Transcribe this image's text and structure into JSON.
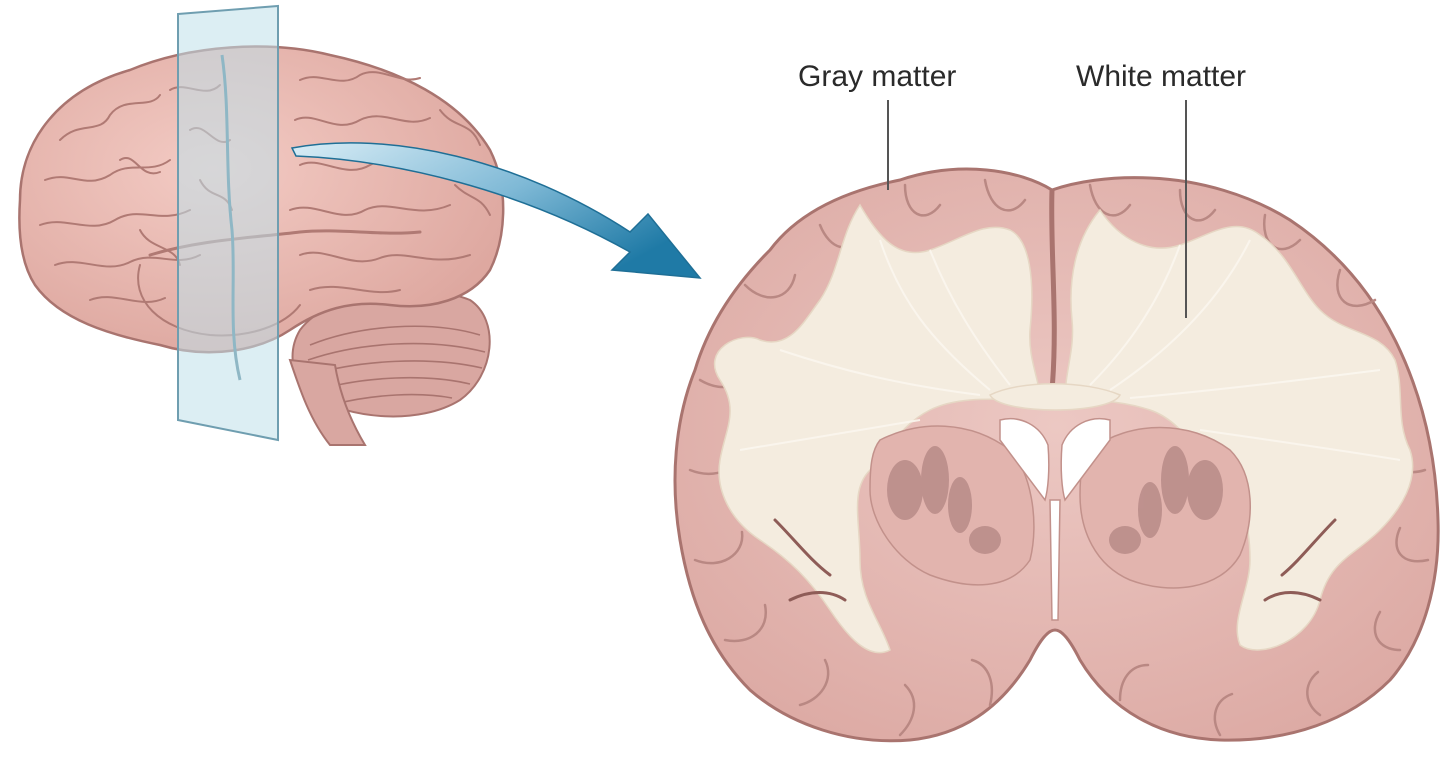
{
  "labels": {
    "gray_matter": "Gray matter",
    "white_matter": "White matter"
  },
  "colors": {
    "background": "#ffffff",
    "gray_matter": "#e8bdb8",
    "gray_matter_edge": "#b98883",
    "white_matter": "#f4ecdf",
    "white_matter_fiber": "#fbf7ef",
    "brain_surface": "#eab9b1",
    "brain_sulcus": "#b47f79",
    "cerebellum": "#d6a39d",
    "basal_ganglia": "#b88b88",
    "ventricle": "#ffffff",
    "slice_plane": "#bfe0ea",
    "slice_plane_edge": "#7fa9b8",
    "arrow_light": "#cfe6f1",
    "arrow_dark": "#2a86b0",
    "label_line": "#555555"
  },
  "icons": {
    "brain_side_view": "lateral-brain-illustration",
    "slice_plane": "coronal-plane-panel",
    "arrow": "curved-arrow",
    "coronal_section": "coronal-brain-section"
  }
}
